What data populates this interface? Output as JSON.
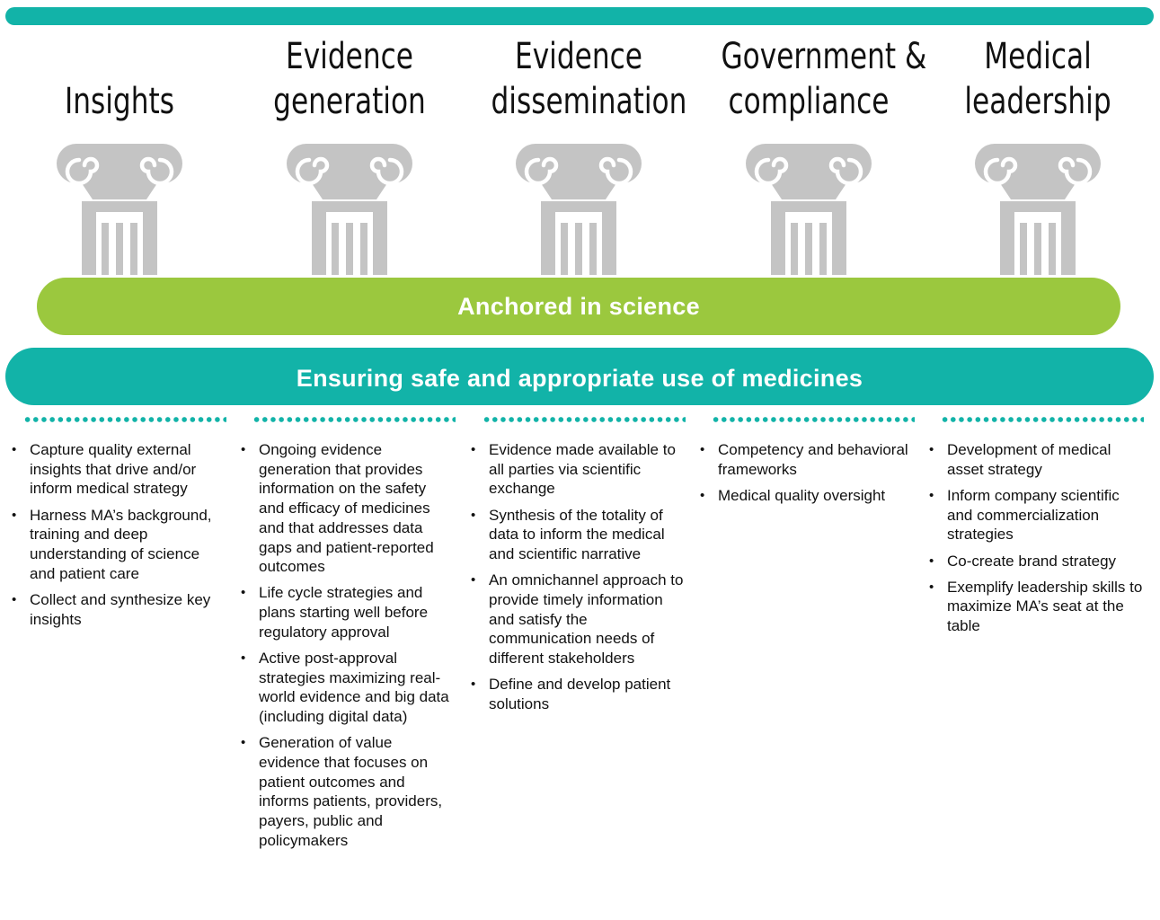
{
  "colors": {
    "teal": "#12b3a8",
    "green": "#9bc83e",
    "pillar_gray": "#c4c4c4"
  },
  "pillars": [
    {
      "title_lines": [
        "Insights"
      ]
    },
    {
      "title_lines": [
        "Evidence",
        "generation"
      ]
    },
    {
      "title_lines": [
        "Evidence",
        "dissemination"
      ]
    },
    {
      "title_lines": [
        "Government &",
        "compliance"
      ]
    },
    {
      "title_lines": [
        "Medical",
        "leadership"
      ]
    }
  ],
  "foundation": {
    "anchored": "Anchored in science",
    "ensuring": "Ensuring safe and appropriate use of medicines"
  },
  "columns": [
    {
      "bullets": [
        "Capture quality external insights that drive and/or inform medical strategy",
        "Harness MA’s background, training and deep understanding of science and patient care",
        "Collect and synthesize key insights"
      ]
    },
    {
      "bullets": [
        "Ongoing evidence generation that provides information on the safety and efficacy of medicines and that addresses data gaps and patient-reported outcomes",
        "Life cycle strategies and plans starting well before regulatory approval",
        "Active post-approval strategies maximizing real-world evidence and big data (including digital data)",
        "Generation of value evidence that focuses on patient outcomes and informs patients, providers, payers, public and policymakers"
      ]
    },
    {
      "bullets": [
        "Evidence made available to all parties via scientific exchange",
        "Synthesis of the totality of data to inform the medical and scientific narrative",
        "An omnichannel approach to provide timely information and satisfy the communication needs of different stakeholders",
        "Define and develop patient solutions"
      ]
    },
    {
      "bullets": [
        "Competency and behavioral frameworks",
        "Medical quality oversight"
      ]
    },
    {
      "bullets": [
        "Development of medical asset strategy",
        "Inform company scientific and commercialization strategies",
        "Co-create brand strategy",
        "Exemplify leadership skills to maximize MA’s seat at the table"
      ]
    }
  ]
}
